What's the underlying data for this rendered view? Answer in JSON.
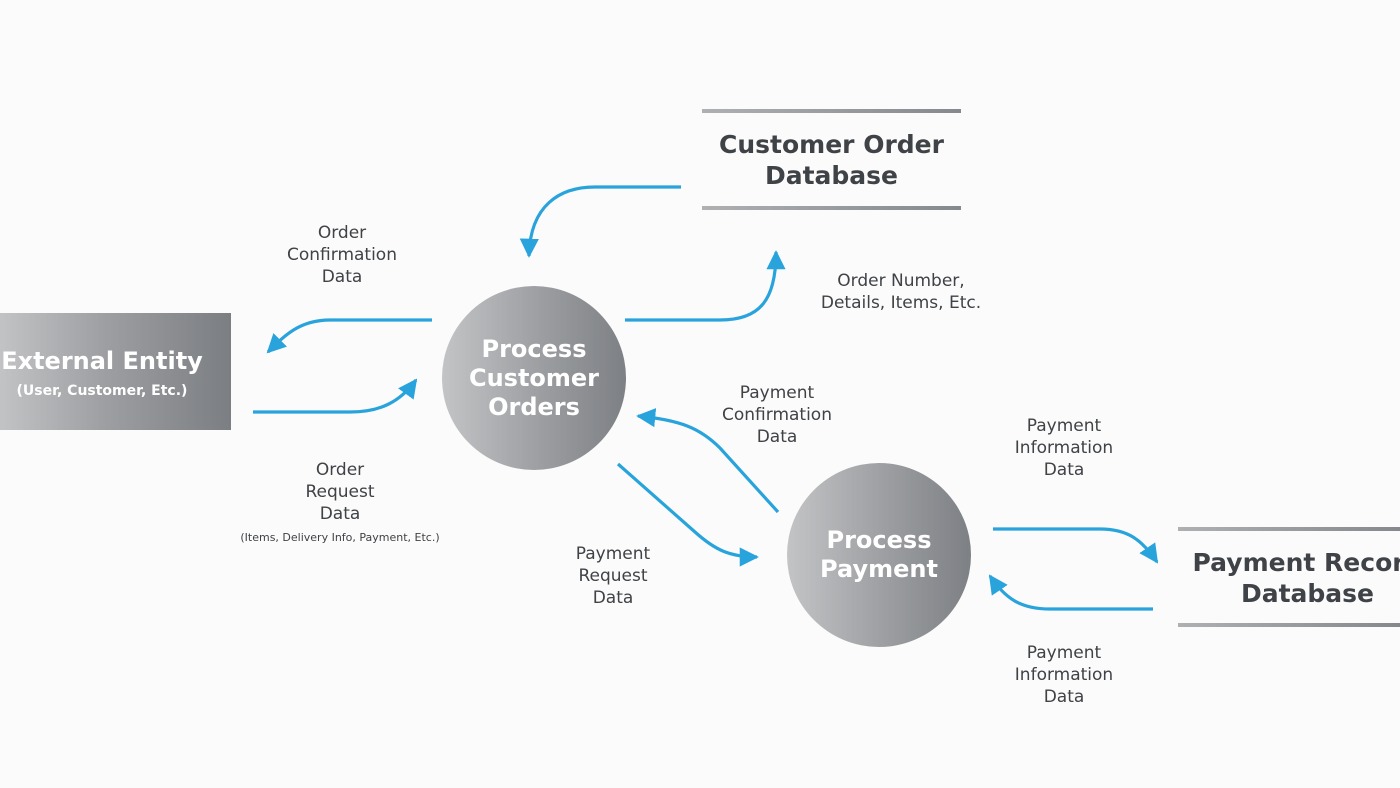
{
  "colors": {
    "arrow": "#29a3dc",
    "text": "#3f4246",
    "shape_gradient_light": "#c3c4c6",
    "shape_gradient_dark": "#7d8084",
    "background": "#fbfbfb"
  },
  "external_entity": {
    "title": "External Entity",
    "subtitle": "(User, Customer, Etc.)"
  },
  "processes": {
    "customer_orders": {
      "lines": [
        "Process",
        "Customer",
        "Orders"
      ]
    },
    "payment": {
      "lines": [
        "Process",
        "Payment"
      ]
    }
  },
  "stores": {
    "customer_order_db": {
      "lines": [
        "Customer Order",
        "Database"
      ]
    },
    "payment_record_db": {
      "lines": [
        "Payment Record",
        "Database"
      ]
    }
  },
  "flows": {
    "order_confirmation": {
      "lines": [
        "Order",
        "Confirmation",
        "Data"
      ]
    },
    "order_request": {
      "lines": [
        "Order",
        "Request",
        "Data"
      ],
      "note": "(Items, Delivery Info, Payment, Etc.)"
    },
    "order_number": {
      "lines": [
        "Order Number,",
        "Details, Items, Etc."
      ]
    },
    "payment_confirmation": {
      "lines": [
        "Payment",
        "Confirmation",
        "Data"
      ]
    },
    "payment_request": {
      "lines": [
        "Payment",
        "Request",
        "Data"
      ]
    },
    "payment_info_out": {
      "lines": [
        "Payment",
        "Information",
        "Data"
      ]
    },
    "payment_info_in": {
      "lines": [
        "Payment",
        "Information",
        "Data"
      ]
    }
  }
}
